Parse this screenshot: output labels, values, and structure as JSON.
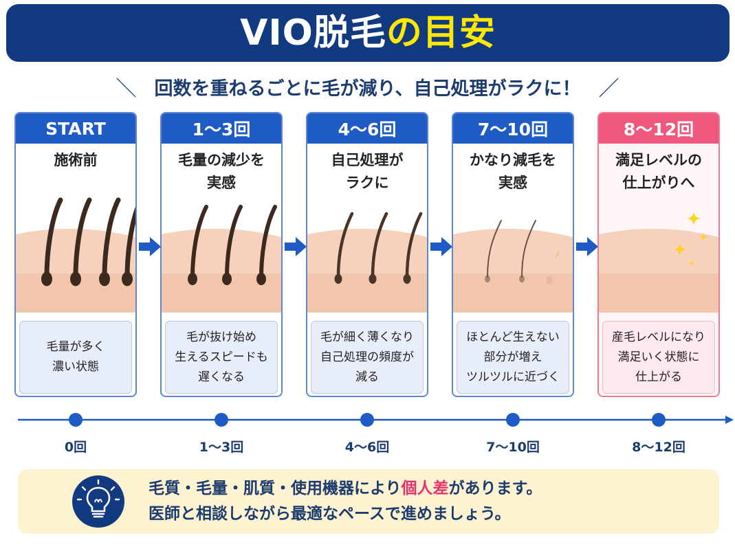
{
  "header": {
    "title_part1": "VIO脱毛",
    "title_part2": "の目安",
    "subtitle": "回数を重ねるごとに毛が減り、自己処理がラクに！",
    "slash_left": "＼",
    "slash_right": "／"
  },
  "stages": [
    {
      "badge": "START",
      "title": "施術前",
      "description": "毛量が多く\n濃い状態",
      "hairs": 4
    },
    {
      "badge": "1〜3回",
      "title": "毛量の減少を\n実感",
      "description": "毛が抜け始め\n生えるスピードも\n遅くなる",
      "hairs": 3
    },
    {
      "badge": "4〜6回",
      "title": "自己処理が\nラクに",
      "description": "毛が細く薄くなり\n自己処理の頻度が\n減る",
      "hairs": 3
    },
    {
      "badge": "7〜10回",
      "title": "かなり減毛を\n実感",
      "description": "ほとんど生えない\n部分が増え\nツルツルに近づく",
      "hairs": 2
    },
    {
      "badge": "8〜12回",
      "title": "満足レベルの\n仕上がりへ",
      "description": "産毛レベルになり\n満足いく状態に\n仕上がる",
      "hairs": 0
    }
  ],
  "timeline": {
    "labels": [
      "0回",
      "1〜3回",
      "4〜6回",
      "7〜10回",
      "8〜12回"
    ]
  },
  "note": {
    "line1_before": "毛質・毛量・肌質・使用機器により",
    "line1_highlight": "個人差",
    "line1_after": "があります。",
    "line2": "医師と相談しながら最適なペースで進めましょう。",
    "icon": "lightbulb-icon"
  },
  "colors": {
    "navy": "#123a80",
    "blue": "#1f5bc4",
    "pink": "#f0577d",
    "yellow": "#ffe800",
    "highlight": "#e8326e",
    "note_bg": "#fdf3d0"
  }
}
